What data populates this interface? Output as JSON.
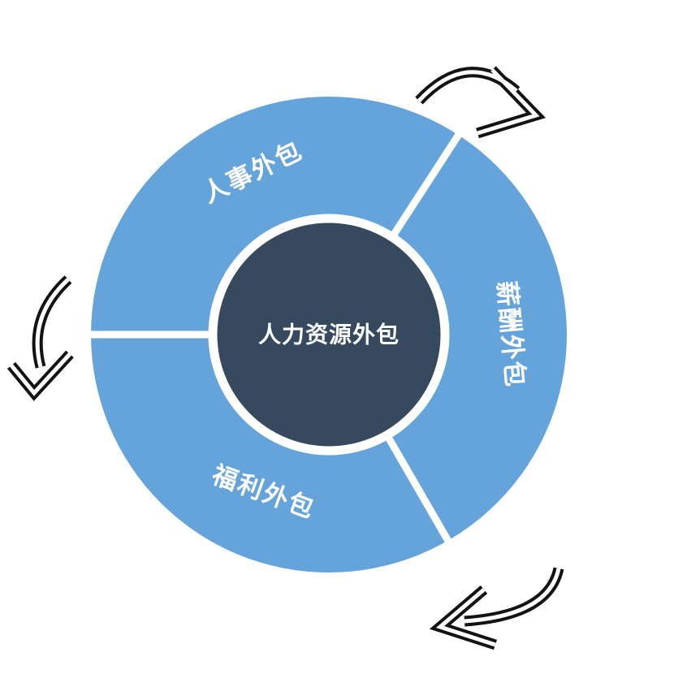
{
  "page": {
    "background_color": "#FFFFFF"
  },
  "diagram": {
    "type": "cycle",
    "center": {
      "label": "人力资源外包",
      "fill": "#36495E",
      "text_color": "#FFFFFF"
    },
    "ring": {
      "fill": "#64A4DA",
      "divider_color": "#FFFFFF",
      "segments": [
        {
          "id": "personnel",
          "label": "人事外包"
        },
        {
          "id": "compensation",
          "label": "薪酬外包"
        },
        {
          "id": "benefits",
          "label": "福利外包"
        }
      ]
    },
    "arrows": {
      "count": 3,
      "color": "#131313"
    }
  }
}
